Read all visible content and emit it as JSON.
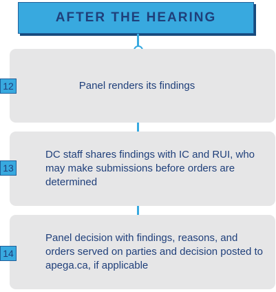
{
  "header": {
    "title": "AFTER THE HEARING"
  },
  "steps": [
    {
      "number": "12",
      "text": "Panel renders its findings"
    },
    {
      "number": "13",
      "text": "DC staff shares findings with IC and RUI, who may make submissions before orders are determined"
    },
    {
      "number": "14",
      "text": "Panel decision with findings, reasons, and orders served on parties and decision posted to apega.ca, if applicable"
    }
  ],
  "colors": {
    "accent": "#38a9df",
    "text": "#1f3f7a",
    "card": "#e6e6e7"
  }
}
